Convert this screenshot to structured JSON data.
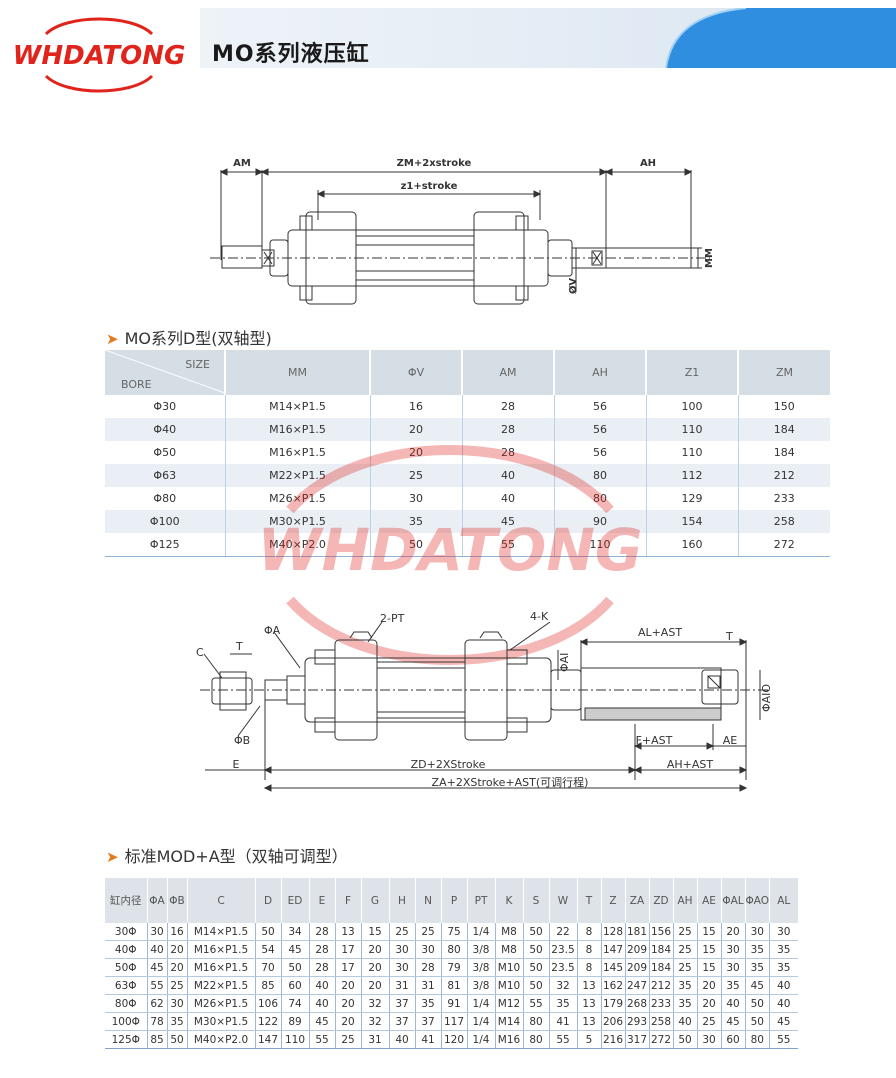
{
  "brand": {
    "logo_text": "WHDATONG",
    "color": "#e0241b"
  },
  "header": {
    "title": "MO系列液压缸"
  },
  "drawing1": {
    "labels": {
      "am": "AM",
      "zm": "ZM+2xstroke",
      "z1": "z1+stroke",
      "ah": "AH",
      "mm": "MM",
      "phiv": "ØV"
    }
  },
  "section1": {
    "title": "MO系列D型(双轴型)"
  },
  "table1": {
    "corner": {
      "size": "SIZE",
      "bore": "BORE"
    },
    "headers": [
      "MM",
      "ΦV",
      "AM",
      "AH",
      "Z1",
      "ZM"
    ],
    "rows": [
      [
        "Φ30",
        "M14×P1.5",
        "16",
        "28",
        "56",
        "100",
        "150"
      ],
      [
        "Φ40",
        "M16×P1.5",
        "20",
        "28",
        "56",
        "110",
        "184"
      ],
      [
        "Φ50",
        "M16×P1.5",
        "20",
        "28",
        "56",
        "110",
        "184"
      ],
      [
        "Φ63",
        "M22×P1.5",
        "25",
        "40",
        "80",
        "112",
        "212"
      ],
      [
        "Φ80",
        "M26×P1.5",
        "30",
        "40",
        "80",
        "129",
        "233"
      ],
      [
        "Φ100",
        "M30×P1.5",
        "35",
        "45",
        "90",
        "154",
        "258"
      ],
      [
        "Φ125",
        "M40×P2.0",
        "50",
        "55",
        "110",
        "160",
        "272"
      ]
    ]
  },
  "drawing2": {
    "labels": {
      "c": "C",
      "t": "T",
      "phia": "ΦA",
      "pt": "2-PT",
      "k": "4-K",
      "phiai": "ΦAI",
      "al_ast": "AL+AST",
      "t2": "T",
      "phiaio": "ΦAIO",
      "phib": "ΦB",
      "f_ast": "F+AST",
      "ae": "AE",
      "e": "E",
      "zd": "ZD+2XStroke",
      "ah_ast": "AH+AST",
      "za": "ZA+2XStroke+AST(可调行程)"
    }
  },
  "section2": {
    "title": "标准MOD+A型（双轴可调型）"
  },
  "table2": {
    "headers": [
      "缸内径",
      "ΦA",
      "ΦB",
      "C",
      "D",
      "ED",
      "E",
      "F",
      "G",
      "H",
      "N",
      "P",
      "PT",
      "K",
      "S",
      "W",
      "T",
      "Z",
      "ZA",
      "ZD",
      "AH",
      "AE",
      "ΦAL",
      "ΦAO",
      "AL"
    ],
    "rows": [
      [
        "30Φ",
        "30",
        "16",
        "M14×P1.5",
        "50",
        "34",
        "28",
        "13",
        "15",
        "25",
        "25",
        "75",
        "1/4",
        "M8",
        "50",
        "22",
        "8",
        "128",
        "181",
        "156",
        "25",
        "15",
        "20",
        "30",
        "30"
      ],
      [
        "40Φ",
        "40",
        "20",
        "M16×P1.5",
        "54",
        "45",
        "28",
        "17",
        "20",
        "30",
        "30",
        "80",
        "3/8",
        "M8",
        "50",
        "23.5",
        "8",
        "147",
        "209",
        "184",
        "25",
        "15",
        "30",
        "35",
        "35"
      ],
      [
        "50Φ",
        "45",
        "20",
        "M16×P1.5",
        "70",
        "50",
        "28",
        "17",
        "20",
        "30",
        "28",
        "79",
        "3/8",
        "M10",
        "50",
        "23.5",
        "8",
        "145",
        "209",
        "184",
        "25",
        "15",
        "30",
        "35",
        "35"
      ],
      [
        "63Φ",
        "55",
        "25",
        "M22×P1.5",
        "85",
        "60",
        "40",
        "20",
        "20",
        "31",
        "31",
        "81",
        "3/8",
        "M10",
        "50",
        "32",
        "13",
        "162",
        "247",
        "212",
        "35",
        "20",
        "35",
        "45",
        "40"
      ],
      [
        "80Φ",
        "62",
        "30",
        "M26×P1.5",
        "106",
        "74",
        "40",
        "20",
        "32",
        "37",
        "35",
        "91",
        "1/4",
        "M12",
        "55",
        "35",
        "13",
        "179",
        "268",
        "233",
        "35",
        "20",
        "40",
        "50",
        "40"
      ],
      [
        "100Φ",
        "78",
        "35",
        "M30×P1.5",
        "122",
        "89",
        "45",
        "20",
        "32",
        "37",
        "37",
        "117",
        "1/4",
        "M14",
        "80",
        "41",
        "13",
        "206",
        "293",
        "258",
        "40",
        "25",
        "45",
        "50",
        "45"
      ],
      [
        "125Φ",
        "85",
        "50",
        "M40×P2.0",
        "147",
        "110",
        "55",
        "25",
        "31",
        "40",
        "41",
        "120",
        "1/4",
        "M16",
        "80",
        "55",
        "5",
        "216",
        "317",
        "272",
        "50",
        "30",
        "60",
        "80",
        "55"
      ]
    ]
  }
}
